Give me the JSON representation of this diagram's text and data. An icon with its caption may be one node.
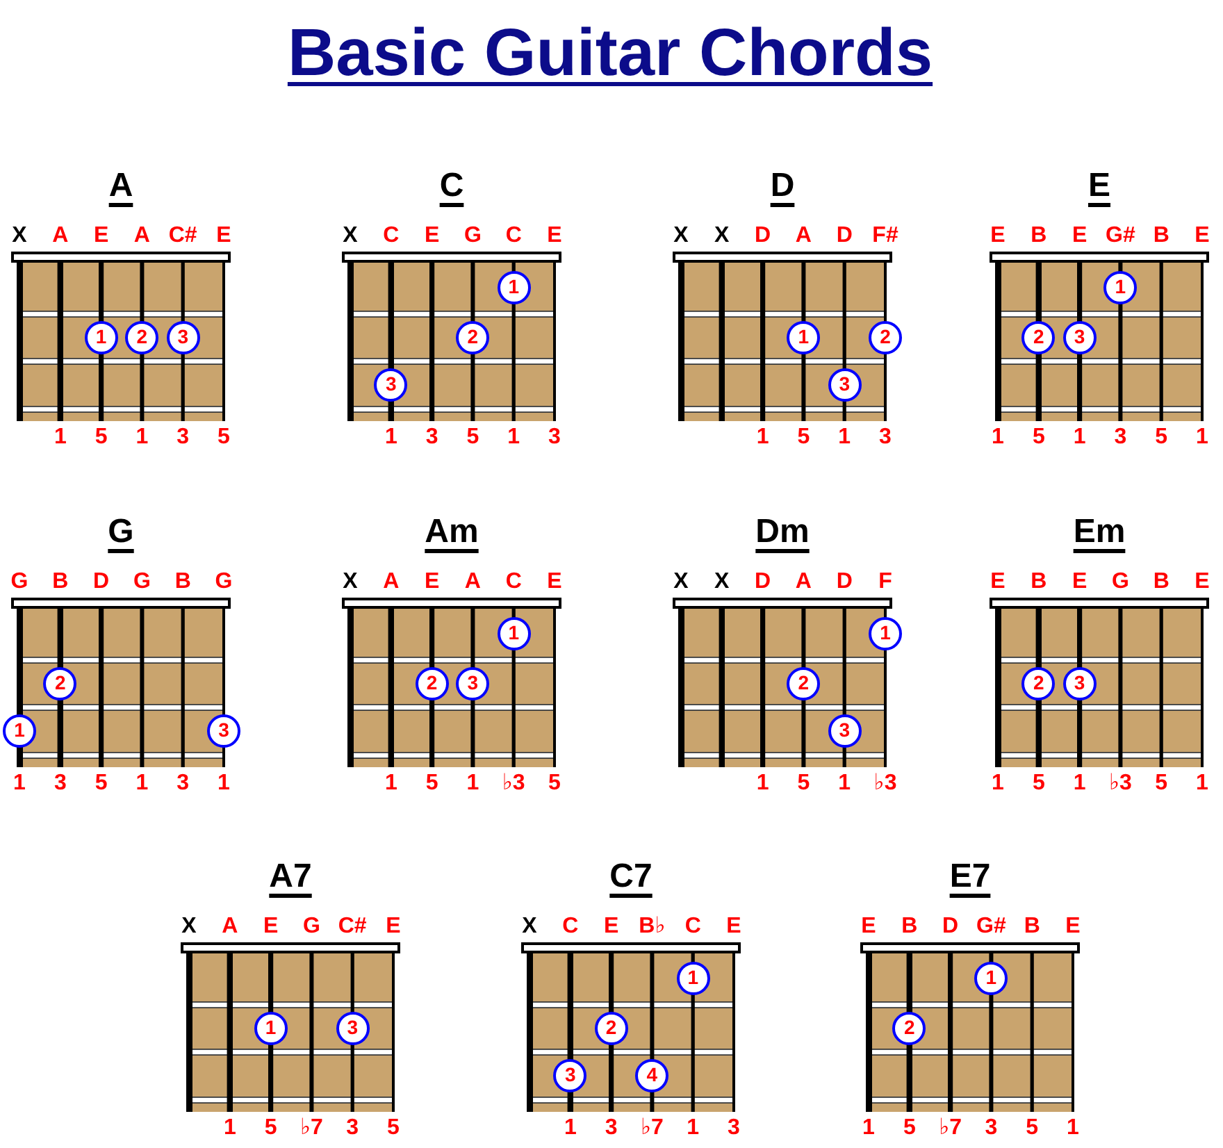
{
  "diagram": {
    "title": "Basic Guitar Chords",
    "nodes": [
      {
        "text": [
          "A"
        ],
        "beside": [
          "X",
          "A",
          "E",
          "A",
          "C#",
          "E",
          "1",
          "5",
          "1",
          "3",
          "5"
        ]
      },
      {
        "text": [
          "1"
        ],
        "in": 0
      },
      {
        "text": [
          "2"
        ],
        "in": 0
      },
      {
        "text": [
          "3"
        ],
        "in": 0
      },
      {
        "text": [
          "C"
        ],
        "beside": [
          "X",
          "C",
          "E",
          "G",
          "C",
          "E",
          "1",
          "3",
          "5",
          "1",
          "3"
        ]
      },
      {
        "text": [
          "1"
        ],
        "in": 4
      },
      {
        "text": [
          "2"
        ],
        "in": 4
      },
      {
        "text": [
          "3"
        ],
        "in": 4
      },
      {
        "text": [
          "D"
        ],
        "beside": [
          "X",
          "X",
          "D",
          "A",
          "D",
          "F#",
          "1",
          "5",
          "1",
          "3"
        ]
      },
      {
        "text": [
          "1"
        ],
        "in": 8
      },
      {
        "text": [
          "2"
        ],
        "in": 8
      },
      {
        "text": [
          "3"
        ],
        "in": 8
      },
      {
        "text": [
          "E"
        ],
        "beside": [
          "E",
          "B",
          "E",
          "G#",
          "B",
          "E",
          "1",
          "5",
          "1",
          "3",
          "5",
          "1"
        ]
      },
      {
        "text": [
          "1"
        ],
        "in": 12
      },
      {
        "text": [
          "2"
        ],
        "in": 12
      },
      {
        "text": [
          "3"
        ],
        "in": 12
      },
      {
        "text": [
          "G"
        ],
        "beside": [
          "G",
          "B",
          "D",
          "G",
          "B",
          "G",
          "1",
          "3",
          "5",
          "1",
          "3",
          "1"
        ]
      },
      {
        "text": [
          "2"
        ],
        "in": 16
      },
      {
        "text": [
          "1"
        ],
        "in": 16
      },
      {
        "text": [
          "3"
        ],
        "in": 16
      },
      {
        "text": [
          "Am"
        ],
        "beside": [
          "X",
          "A",
          "E",
          "A",
          "C",
          "E",
          "1",
          "5",
          "1",
          "♭3",
          "5"
        ]
      },
      {
        "text": [
          "1"
        ],
        "in": 20
      },
      {
        "text": [
          "2"
        ],
        "in": 20
      },
      {
        "text": [
          "3"
        ],
        "in": 20
      },
      {
        "text": [
          "Dm"
        ],
        "beside": [
          "X",
          "X",
          "D",
          "A",
          "D",
          "F",
          "1",
          "5",
          "1",
          "♭3"
        ]
      },
      {
        "text": [
          "1"
        ],
        "in": 24
      },
      {
        "text": [
          "2"
        ],
        "in": 24
      },
      {
        "text": [
          "3"
        ],
        "in": 24
      },
      {
        "text": [
          "Em"
        ],
        "beside": [
          "E",
          "B",
          "E",
          "G",
          "B",
          "E",
          "1",
          "5",
          "1",
          "♭3",
          "5",
          "1"
        ]
      },
      {
        "text": [
          "2"
        ],
        "in": 28
      },
      {
        "text": [
          "3"
        ],
        "in": 28
      },
      {
        "text": [
          "A7"
        ],
        "beside": [
          "X",
          "A",
          "E",
          "G",
          "C#",
          "E",
          "1",
          "5",
          "♭7",
          "3",
          "5"
        ]
      },
      {
        "text": [
          "1"
        ],
        "in": 31
      },
      {
        "text": [
          "3"
        ],
        "in": 31
      },
      {
        "text": [
          "C7"
        ],
        "beside": [
          "X",
          "C",
          "E",
          "B♭",
          "C",
          "E",
          "1",
          "3",
          "♭7",
          "1",
          "3"
        ]
      },
      {
        "text": [
          "1"
        ],
        "in": 34
      },
      {
        "text": [
          "2"
        ],
        "in": 34
      },
      {
        "text": [
          "3"
        ],
        "in": 34
      },
      {
        "text": [
          "4"
        ],
        "in": 34
      },
      {
        "text": [
          "E7"
        ],
        "beside": [
          "E",
          "B",
          "D",
          "G#",
          "B",
          "E",
          "1",
          "5",
          "♭7",
          "3",
          "5",
          "1"
        ]
      },
      {
        "text": [
          "1"
        ],
        "in": 39
      },
      {
        "text": [
          "2"
        ],
        "in": 39
      }
    ]
  }
}
